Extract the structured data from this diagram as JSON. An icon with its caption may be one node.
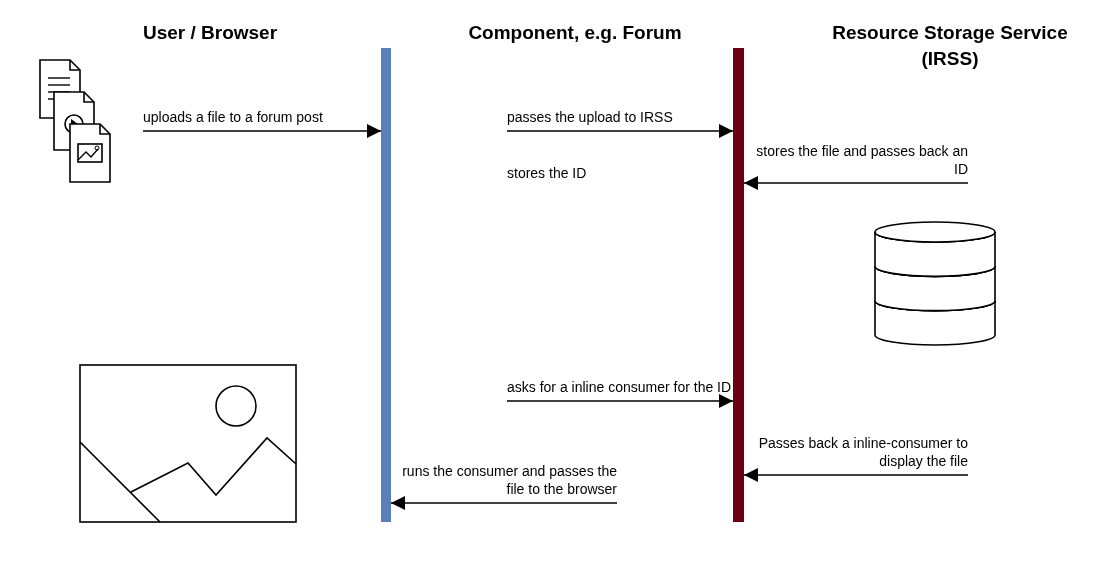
{
  "diagram": {
    "nodes": [
      {
        "text": [],
        "shape": "picture"
      },
      {
        "text": [],
        "shape": "bar"
      },
      {
        "text": [],
        "shape": "bar"
      },
      {
        "text": [],
        "shape": "cylinder"
      },
      {
        "text": [],
        "shape": "picture"
      }
    ],
    "edges": [
      {
        "from": null,
        "to": 1,
        "arrow": "to",
        "label": "uploads a file to a forum post"
      },
      {
        "from": null,
        "to": 2,
        "arrow": "to",
        "label": "passes the upload to IRSS"
      },
      {
        "from": null,
        "to": 2,
        "arrow": "to",
        "label": "stores the file and passes back an ID"
      },
      {
        "from": null,
        "to": 2,
        "arrow": "to",
        "label": "asks for a inline consumer for the ID"
      },
      {
        "from": null,
        "to": 2,
        "arrow": "to",
        "label": "Passes back a inline-consumer to display the file"
      },
      {
        "from": null,
        "to": 1,
        "arrow": "to",
        "label": "runs the consumer and passes the file to the browser"
      }
    ],
    "labels": [
      "User / Browser",
      "Component, e.g. Forum",
      "Resource Storage Service (IRSS)",
      "stores the ID"
    ]
  }
}
